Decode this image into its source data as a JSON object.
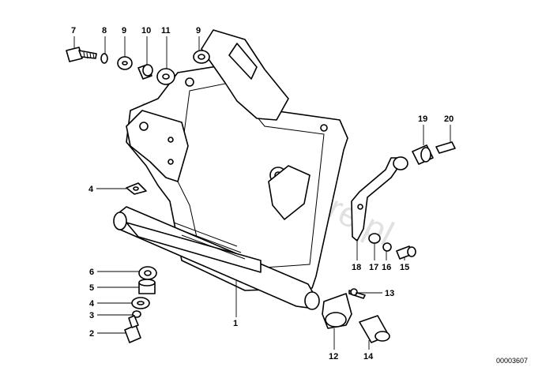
{
  "callouts": {
    "c7": "7",
    "c8": "8",
    "c9a": "9",
    "c10": "10",
    "c11": "11",
    "c9b": "9",
    "c4a": "4",
    "c6": "6",
    "c5": "5",
    "c4b": "4",
    "c3": "3",
    "c2": "2",
    "c1": "1",
    "c12": "12",
    "c14": "14",
    "c13": "13",
    "c18": "18",
    "c17": "17",
    "c16": "16",
    "c15": "15",
    "c19": "19",
    "c20": "20"
  },
  "watermark": "www.BMWstore.pl",
  "diagram_id": "00003607"
}
